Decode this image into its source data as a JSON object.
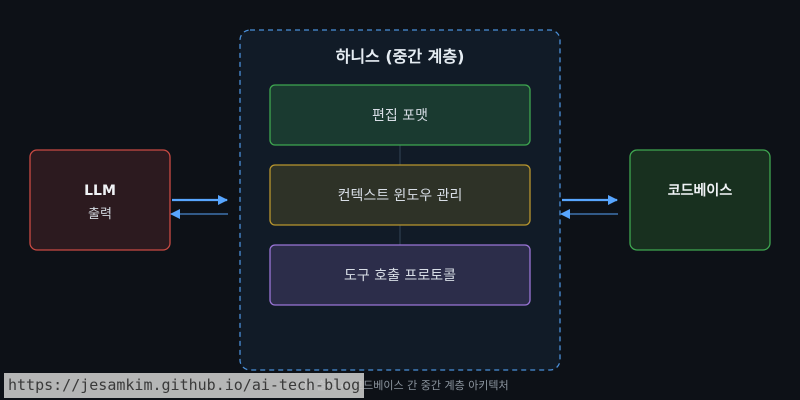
{
  "colors": {
    "background": "#0d1117",
    "harness_border": "#4a8fd8",
    "arrow": "#58a6ff",
    "llm_border": "#c94a43",
    "codebase_border": "#3fa650",
    "edit_format_border": "#3fa650",
    "context_border": "#b8962e",
    "tool_border": "#9a75d6"
  },
  "harness": {
    "title": "하니스 (중간 계층)",
    "components": [
      {
        "label": "편집 포맷"
      },
      {
        "label": "컨텍스트 윈도우 관리"
      },
      {
        "label": "도구 호출 프로토콜"
      }
    ]
  },
  "llm": {
    "title": "LLM",
    "subtitle": "출력"
  },
  "codebase": {
    "title": "코드베이스"
  },
  "caption": "LLM 출력 ↔ 코드베이스 간 중간 계층 아키텍처",
  "watermark": "https://jesamkim.github.io/ai-tech-blog"
}
